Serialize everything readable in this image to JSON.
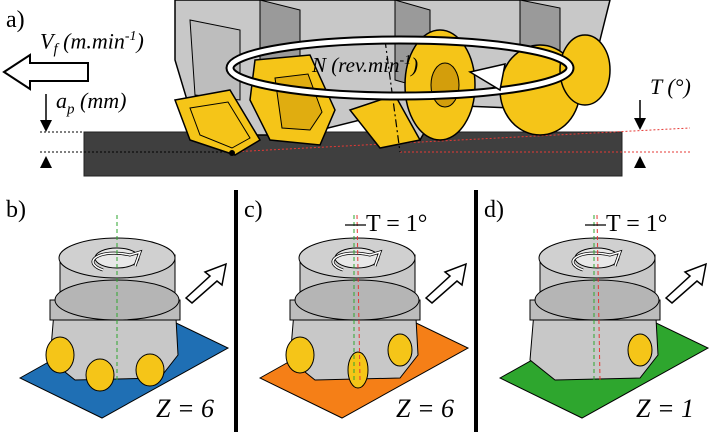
{
  "top": {
    "label": "a)",
    "vf_symbol": "V",
    "vf_sub": "f",
    "vf_unit": "(m.min",
    "vf_exp": "-1",
    "vf_close": ")",
    "ap_symbol": "a",
    "ap_sub": "p",
    "ap_unit": "(mm)",
    "n_text": "N (rev.min",
    "n_exp": "-1",
    "n_close": ")",
    "t_text": "T (°)"
  },
  "panels": [
    {
      "label": "b)",
      "z_text": "Z = 6",
      "tilt_text": "",
      "plate_color": "#1f6fb4"
    },
    {
      "label": "c)",
      "z_text": "Z = 6",
      "tilt_text": "T = 1°",
      "plate_color": "#f57f17"
    },
    {
      "label": "d)",
      "z_text": "Z = 1",
      "tilt_text": "T = 1°",
      "plate_color": "#2ea62e"
    }
  ],
  "colors": {
    "insert_yellow": "#f5c518",
    "tool_gray": "#c8c8c8",
    "dark_gray": "#9a9a9a",
    "workpiece": "#3f3f3f"
  }
}
